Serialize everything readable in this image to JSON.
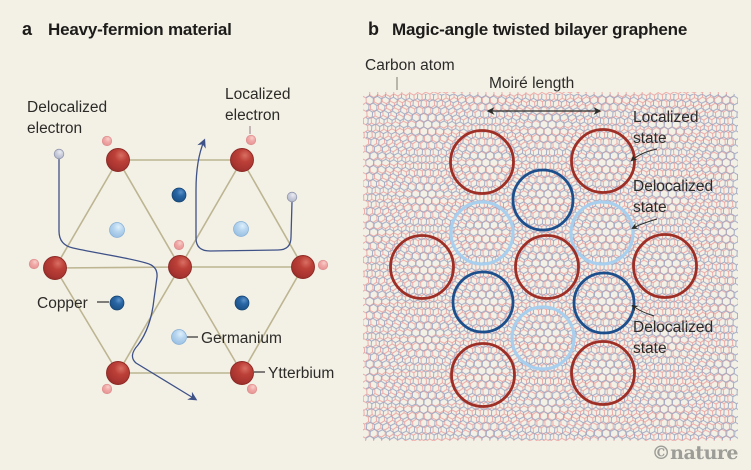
{
  "background": "#f3f1e6",
  "watermark": "©nature",
  "panel_a": {
    "panel_letter": "a",
    "title": "Heavy-fermion material",
    "labels": {
      "delocalized_electron": "Delocalized\nelectron",
      "localized_electron": "Localized\nelectron",
      "copper": "Copper",
      "germanium": "Germanium",
      "ytterbium": "Ytterbium"
    },
    "atom_colors": {
      "ytterbium_sphere": "#b23936",
      "copper_sphere": "#1d5796",
      "germanium_sphere": "#a9cdec",
      "localized_electron_sphere": "#efa3a3",
      "delocalized_electron_sphere": "#c7c9d8",
      "bond_line": "#bdb592",
      "electron_path": "#3f5288"
    }
  },
  "panel_b": {
    "panel_letter": "b",
    "title": "Magic-angle twisted bilayer graphene",
    "labels": {
      "carbon_atom": "Carbon atom",
      "moire_length": "Moiré length",
      "localized_state": "Localized\nstate",
      "delocalized_state_upper": "Delocalized\nstate",
      "delocalized_state_lower": "Delocalized\nstate"
    },
    "lattice_colors": {
      "graphene_layer_pink": "#eda4a2",
      "graphene_layer_blue": "#9aa4c2"
    },
    "circle_colors": {
      "localized_state_ring": "#9e2f26",
      "delocalized_state_dark_ring": "#1c4f8c",
      "delocalized_state_light_ring": "#a9cfee"
    }
  }
}
